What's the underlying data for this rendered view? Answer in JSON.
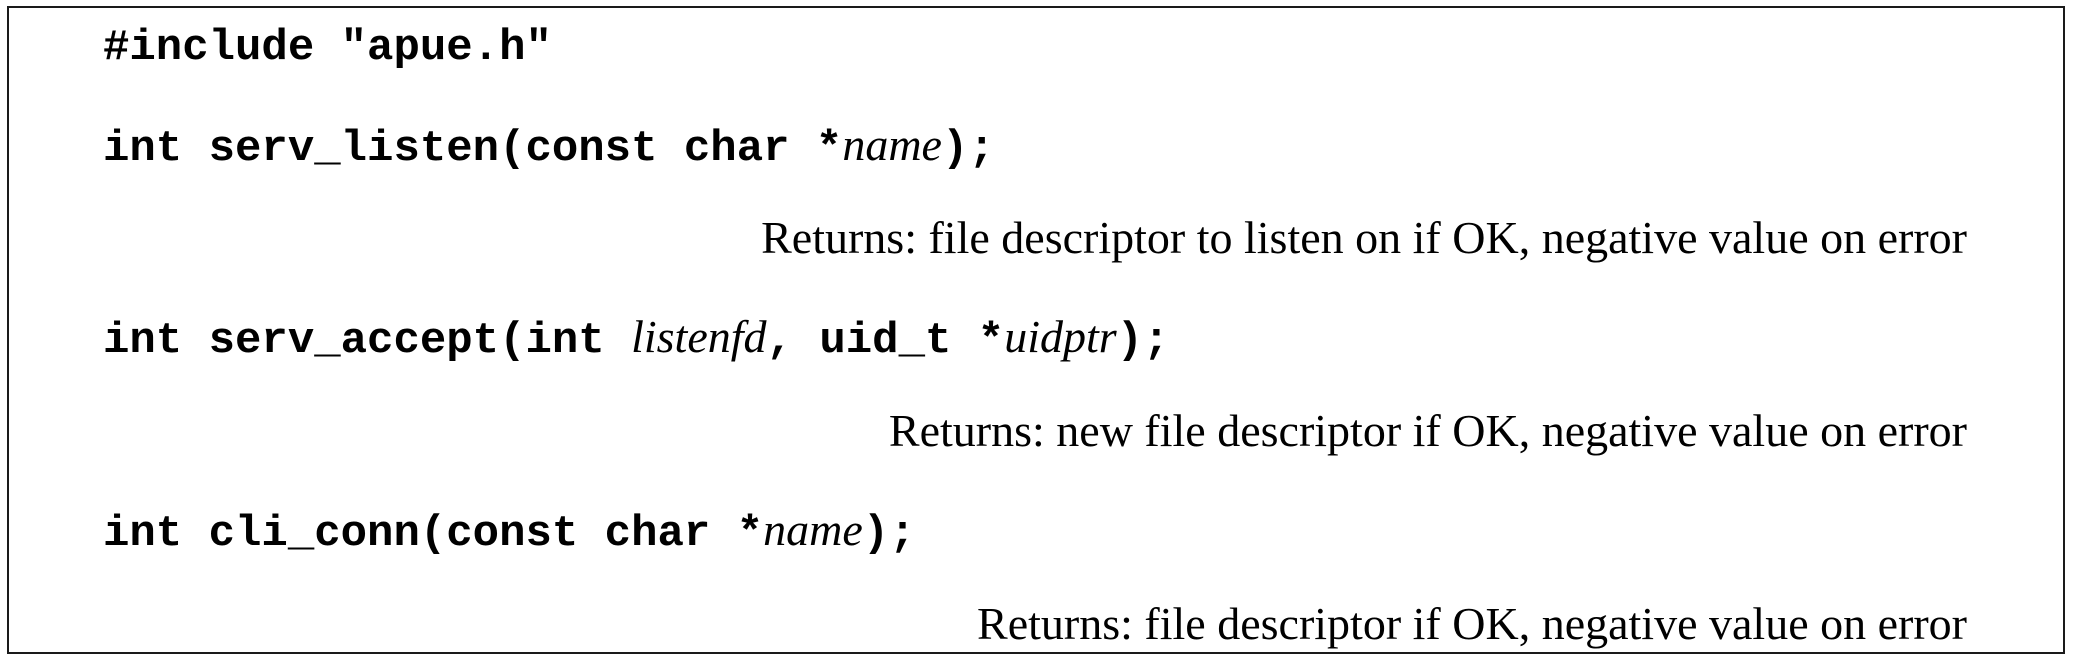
{
  "include": "#include \"apue.h\"",
  "functions": [
    {
      "prefix": "int serv_listen(const char *",
      "arg1": "name",
      "mid": "",
      "arg2": "",
      "suffix": ");",
      "returns": "Returns: file descriptor to listen on if OK, negative value on error"
    },
    {
      "prefix": "int serv_accept(int ",
      "arg1": "listenfd",
      "mid": ", uid_t *",
      "arg2": "uidptr",
      "suffix": ");",
      "returns": "Returns: new file descriptor if OK, negative value on error"
    },
    {
      "prefix": "int cli_conn(const char *",
      "arg1": "name",
      "mid": "",
      "arg2": "",
      "suffix": ");",
      "returns": "Returns: file descriptor if OK, negative value on error"
    }
  ]
}
